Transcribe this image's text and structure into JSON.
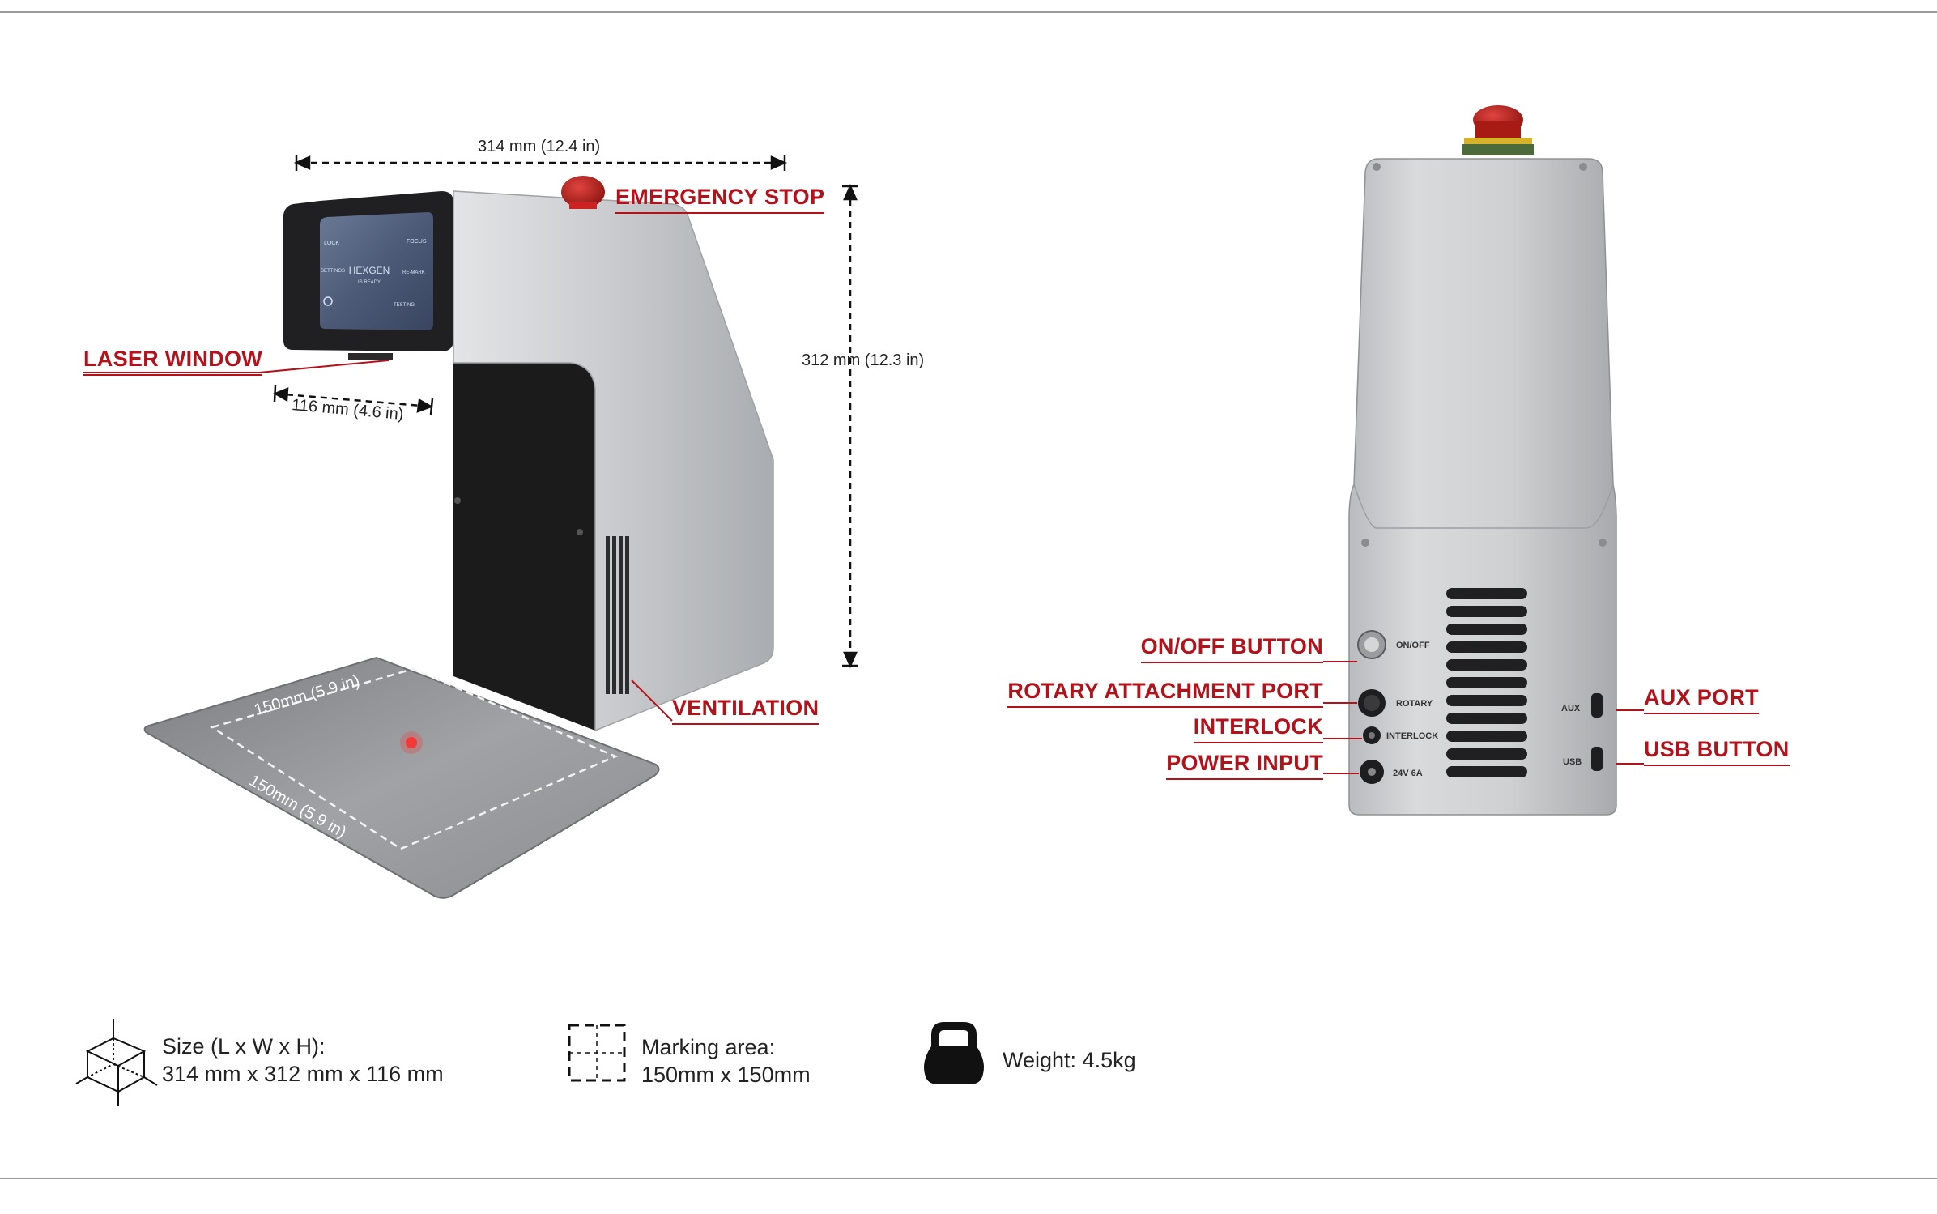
{
  "dimensions": {
    "width": "314 mm (12.4 in)",
    "height": "312 mm (12.3 in)",
    "depth": "116 mm (4.6 in)",
    "bed_top": "150mm (5.9 in)",
    "bed_front": "150mm (5.9 in)"
  },
  "callouts": {
    "emergency_stop": "EMERGENCY STOP",
    "laser_window": "LASER WINDOW",
    "ventilation": "VENTILATION",
    "on_off_button": "ON/OFF BUTTON",
    "rotary_port": "ROTARY ATTACHMENT PORT",
    "interlock": "INTERLOCK",
    "power_input": "POWER INPUT",
    "aux_port": "AUX PORT",
    "usb_button": "USB BUTTON"
  },
  "screen": {
    "brand": "HEXGEN",
    "status": "IS READY",
    "lock": "LOCK",
    "focus": "FOCUS",
    "settings": "SETTINGS",
    "remark": "RE-MARK",
    "testing": "TESTING"
  },
  "panel_labels": {
    "on_off": "ON/OFF",
    "rotary": "ROTARY",
    "interlock": "INTERLOCK",
    "power": "24V 6A",
    "aux": "AUX",
    "usb": "USB"
  },
  "specs": {
    "size_title": "Size (L x W x H):",
    "size_value": "314 mm x 312 mm x 116 mm",
    "area_title": "Marking area:",
    "area_value": "150mm x 150mm",
    "weight": "Weight: 4.5kg"
  },
  "icons": {
    "size": "cube-icon",
    "area": "marking-area-icon",
    "weight": "kettlebell-icon"
  },
  "colors": {
    "accent": "#b3121a",
    "metal": "#bfc1c4",
    "dark": "#1b1b1c"
  }
}
